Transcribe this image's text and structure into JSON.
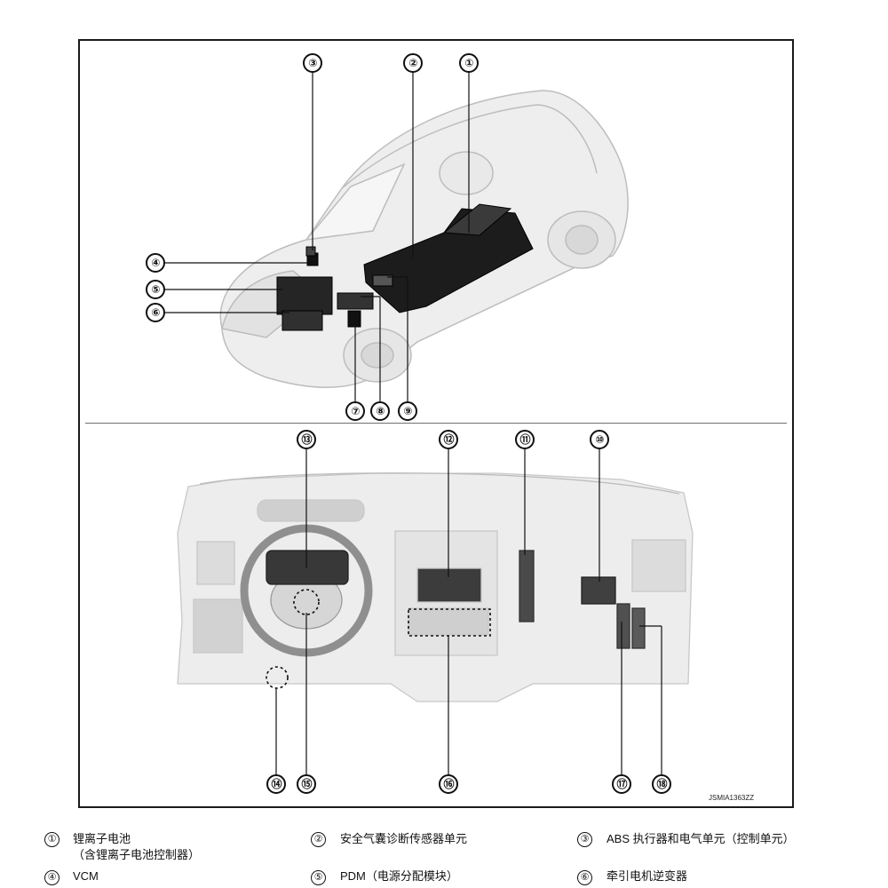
{
  "diagram_code": "JSMIA1363ZZ",
  "callouts": {
    "c1": "①",
    "c2": "②",
    "c3": "③",
    "c4": "④",
    "c5": "⑤",
    "c6": "⑥",
    "c7": "⑦",
    "c8": "⑧",
    "c9": "⑨",
    "c10": "⑩",
    "c11": "⑪",
    "c12": "⑫",
    "c13": "⑬",
    "c14": "⑭",
    "c15": "⑮",
    "c16": "⑯",
    "c17": "⑰",
    "c18": "⑱"
  },
  "legend": [
    {
      "num": "①",
      "text": "锂离子电池",
      "text2": "（含锂离子电池控制器）"
    },
    {
      "num": "②",
      "text": "安全气囊诊断传感器单元"
    },
    {
      "num": "③",
      "text": "ABS 执行器和电气单元（控制单元）"
    },
    {
      "num": "④",
      "text": "VCM"
    },
    {
      "num": "⑤",
      "text": "PDM（电源分配模块）"
    },
    {
      "num": "⑥",
      "text": "牵引电机逆变器"
    }
  ]
}
